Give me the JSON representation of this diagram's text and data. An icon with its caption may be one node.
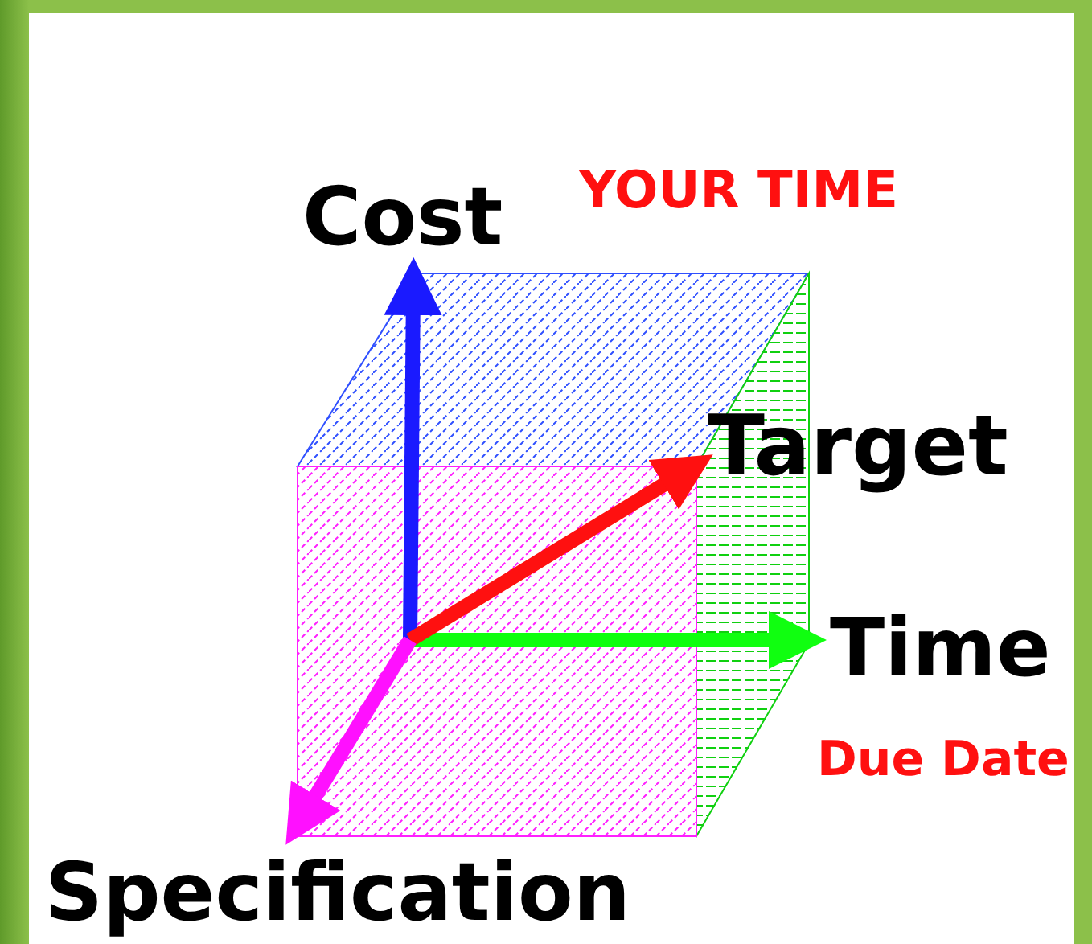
{
  "diagram": {
    "labels": [
      "Cost",
      "YOUR TIME",
      "Target",
      "Time",
      "Due Date",
      "Specification"
    ]
  }
}
